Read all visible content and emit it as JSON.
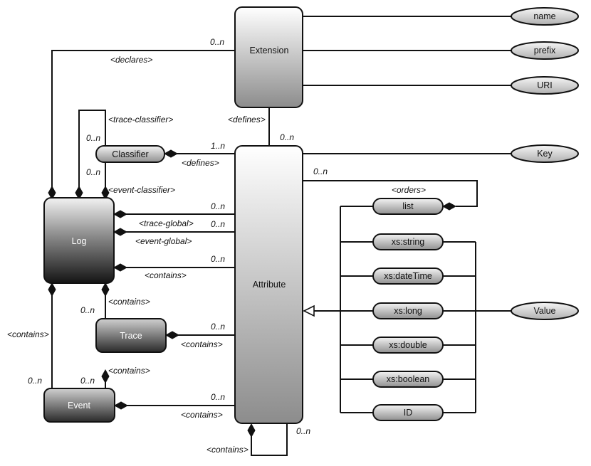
{
  "classes": {
    "extension": "Extension",
    "classifier": "Classifier",
    "log": "Log",
    "trace": "Trace",
    "event": "Event",
    "attribute": "Attribute"
  },
  "ovals": {
    "name": "name",
    "prefix": "prefix",
    "uri": "URI",
    "key": "Key",
    "value": "Value"
  },
  "types": {
    "list": "list",
    "string": "xs:string",
    "datetime": "xs:dateTime",
    "long": "xs:long",
    "double": "xs:double",
    "boolean": "xs:boolean",
    "id": "ID"
  },
  "roles": {
    "declares": "<declares>",
    "trace_classifier": "<trace-classifier>",
    "event_classifier": "<event-classifier>",
    "defines_ext": "<defines>",
    "defines_cls": "<defines>",
    "trace_global": "<trace-global>",
    "event_global": "<event-global>",
    "contains_log_attr": "<contains>",
    "contains_log_trace": "<contains>",
    "contains_trace_attr": "<contains>",
    "contains_log_event": "<contains>",
    "contains_trace_event": "<contains>",
    "contains_event_attr": "<contains>",
    "contains_attr_self": "<contains>",
    "orders": "<orders>"
  },
  "multiplicity": {
    "declares": "0..n",
    "trace_classifier": "0..n",
    "event_classifier": "0..n",
    "defines_ext": "0..n",
    "classifier_attr": "1..n",
    "attr_key": "0..n",
    "trace_global": "0..n",
    "event_global": "0..n",
    "log_attr": "0..n",
    "log_trace": "0..n",
    "trace_attr": "0..n",
    "log_event": "0..n",
    "trace_event": "0..n",
    "event_attr": "0..n",
    "attr_self": "0..n"
  }
}
